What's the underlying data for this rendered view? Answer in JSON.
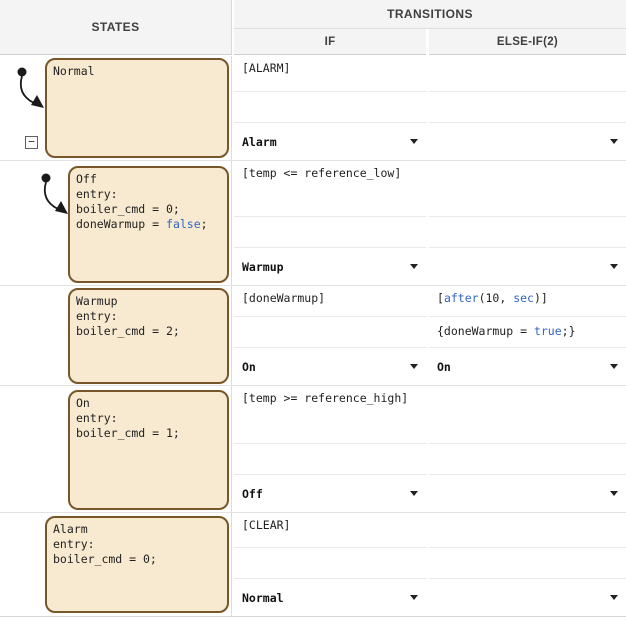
{
  "header": {
    "states_label": "STATES",
    "transitions_label": "TRANSITIONS",
    "if_label": "IF",
    "elseif_label": "ELSE-IF(2)"
  },
  "icons": {
    "collapse_glyph": "−",
    "dropdown": "chevron-down"
  },
  "colors": {
    "state_fill": "#f7ead0",
    "state_border": "#77572a",
    "keyword_blue": "#3366c6",
    "header_bg": "#f4f4f4",
    "grid_line": "#d9d9d9"
  },
  "rows": [
    {
      "state": {
        "name": "Normal",
        "indent": 0,
        "has_default_transition": true,
        "has_expander": true,
        "lines": [
          [
            {
              "t": "Normal"
            }
          ]
        ]
      },
      "if": {
        "condition": [
          {
            "t": "[ALARM]"
          }
        ],
        "action": [],
        "destination": "Alarm"
      },
      "elseif": {
        "condition": [],
        "action": [],
        "destination": ""
      }
    },
    {
      "state": {
        "name": "Off",
        "indent": 1,
        "has_default_transition": true,
        "has_expander": false,
        "lines": [
          [
            {
              "t": "Off"
            }
          ],
          [
            {
              "t": "entry:"
            }
          ],
          [
            {
              "t": "boiler_cmd = 0;"
            }
          ],
          [
            {
              "t": "doneWarmup = "
            },
            {
              "t": "false",
              "kw": true
            },
            {
              "t": ";"
            }
          ]
        ]
      },
      "if": {
        "condition": [
          {
            "t": "[temp <= reference_low]"
          }
        ],
        "action": [],
        "destination": "Warmup"
      },
      "elseif": {
        "condition": [],
        "action": [],
        "destination": ""
      }
    },
    {
      "state": {
        "name": "Warmup",
        "indent": 1,
        "has_default_transition": false,
        "has_expander": false,
        "lines": [
          [
            {
              "t": "Warmup"
            }
          ],
          [
            {
              "t": "entry:"
            }
          ],
          [
            {
              "t": "boiler_cmd = 2;"
            }
          ]
        ]
      },
      "if": {
        "condition": [
          {
            "t": "[doneWarmup]"
          }
        ],
        "action": [],
        "destination": "On"
      },
      "elseif": {
        "condition": [
          {
            "t": "["
          },
          {
            "t": "after",
            "kw": true
          },
          {
            "t": "(10, "
          },
          {
            "t": "sec",
            "kw": true
          },
          {
            "t": ")]"
          }
        ],
        "action": [
          {
            "t": "{doneWarmup = "
          },
          {
            "t": "true",
            "kw": true
          },
          {
            "t": ";}"
          }
        ],
        "destination": "On"
      }
    },
    {
      "state": {
        "name": "On",
        "indent": 1,
        "has_default_transition": false,
        "has_expander": false,
        "lines": [
          [
            {
              "t": "On"
            }
          ],
          [
            {
              "t": "entry:"
            }
          ],
          [
            {
              "t": "boiler_cmd = 1;"
            }
          ]
        ]
      },
      "if": {
        "condition": [
          {
            "t": "[temp >= reference_high]"
          }
        ],
        "action": [],
        "destination": "Off"
      },
      "elseif": {
        "condition": [],
        "action": [],
        "destination": ""
      }
    },
    {
      "state": {
        "name": "Alarm",
        "indent": 0,
        "has_default_transition": false,
        "has_expander": false,
        "lines": [
          [
            {
              "t": "Alarm"
            }
          ],
          [
            {
              "t": "entry:"
            }
          ],
          [
            {
              "t": "boiler_cmd = 0;"
            }
          ]
        ]
      },
      "if": {
        "condition": [
          {
            "t": "[CLEAR]"
          }
        ],
        "action": [],
        "destination": "Normal"
      },
      "elseif": {
        "condition": [],
        "action": [],
        "destination": ""
      }
    }
  ]
}
